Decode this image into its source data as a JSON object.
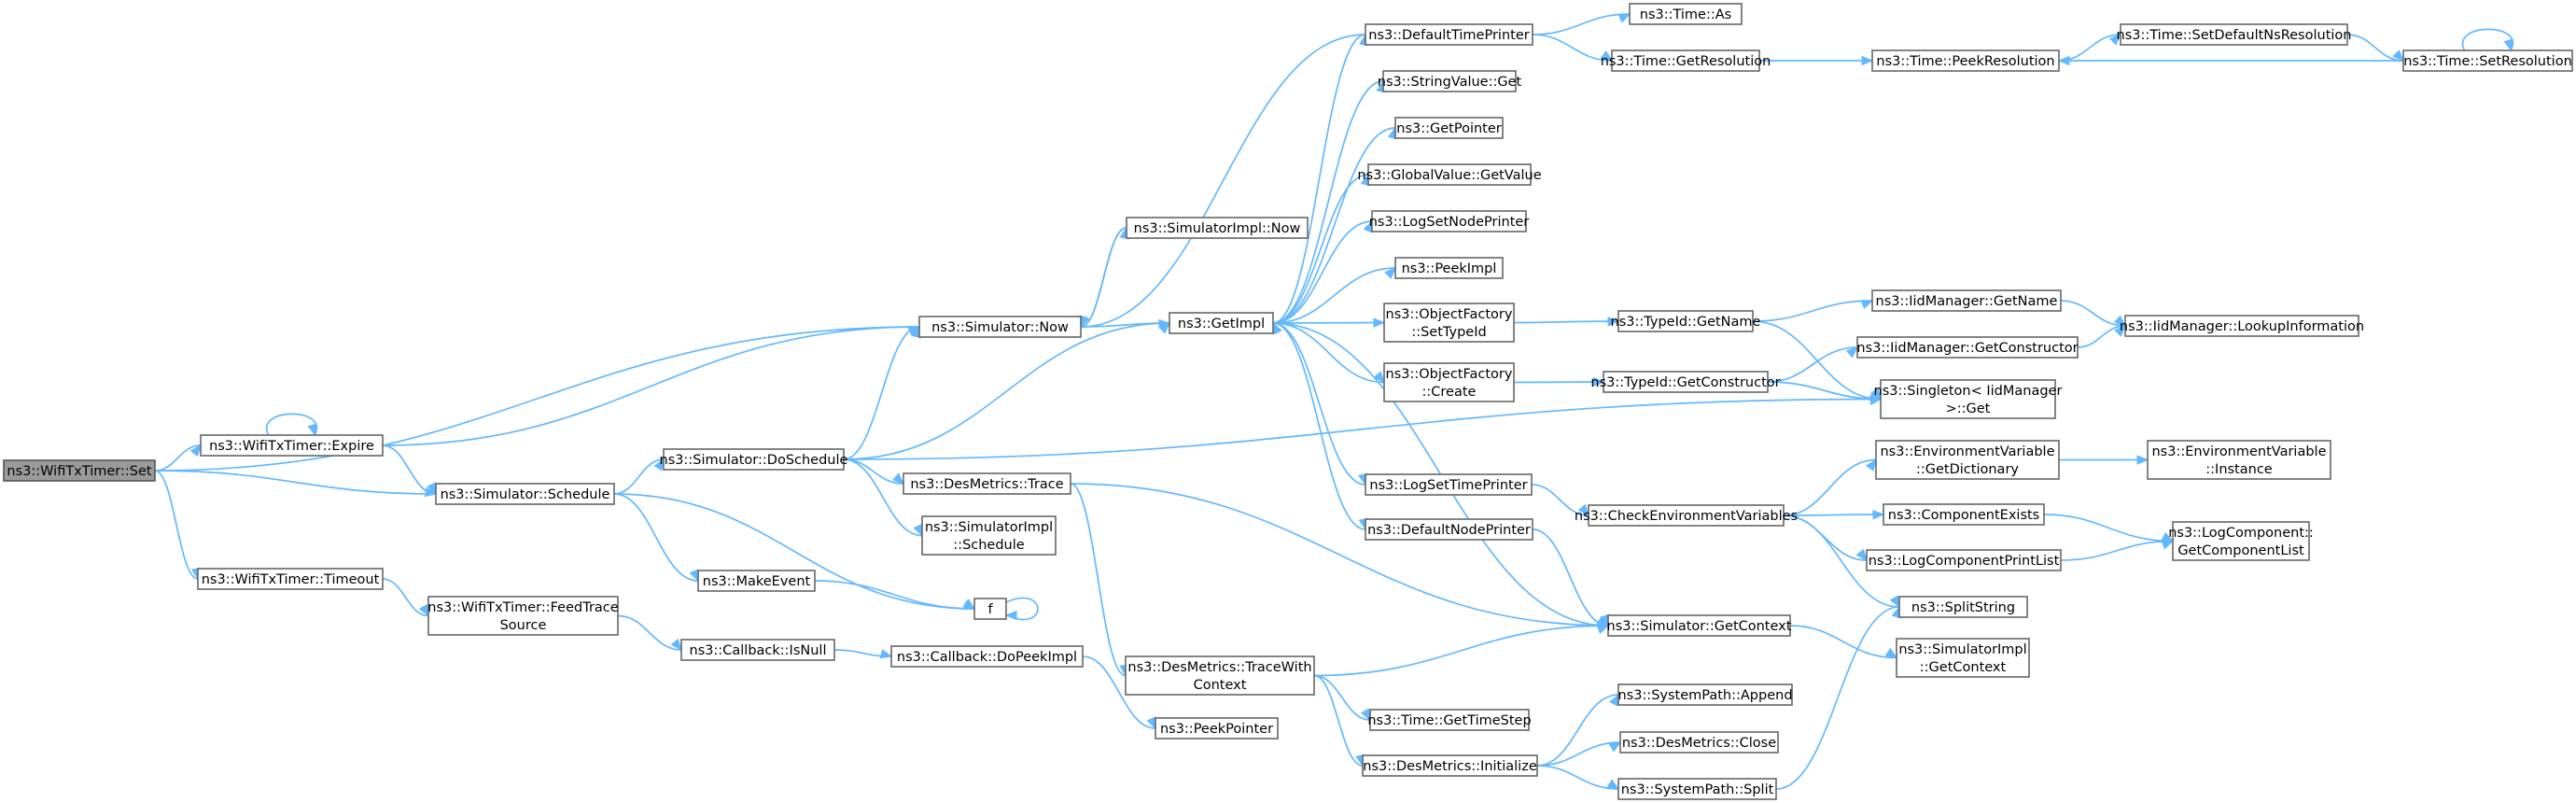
{
  "title": "",
  "nodes": [
    {
      "id": "wifitxtimer_set",
      "lines": [
        "ns3::WifiTxTimer::Set"
      ],
      "root": true
    },
    {
      "id": "expire",
      "lines": [
        "ns3::WifiTxTimer::Expire"
      ]
    },
    {
      "id": "timeout",
      "lines": [
        "ns3::WifiTxTimer::Timeout"
      ]
    },
    {
      "id": "feedtrace",
      "lines": [
        "ns3::WifiTxTimer::FeedTrace",
        "Source"
      ]
    },
    {
      "id": "sim_now",
      "lines": [
        "ns3::Simulator::Now"
      ]
    },
    {
      "id": "sim_schedule",
      "lines": [
        "ns3::Simulator::Schedule"
      ]
    },
    {
      "id": "simimpl_now",
      "lines": [
        "ns3::SimulatorImpl::Now"
      ]
    },
    {
      "id": "doschedule",
      "lines": [
        "ns3::Simulator::DoSchedule"
      ]
    },
    {
      "id": "makeevent",
      "lines": [
        "ns3::MakeEvent"
      ]
    },
    {
      "id": "f",
      "lines": [
        "f"
      ]
    },
    {
      "id": "cb_isnull",
      "lines": [
        "ns3::Callback::IsNull"
      ]
    },
    {
      "id": "cb_dopeek",
      "lines": [
        "ns3::Callback::DoPeekImpl"
      ]
    },
    {
      "id": "peekpointer",
      "lines": [
        "ns3::PeekPointer"
      ]
    },
    {
      "id": "getimpl",
      "lines": [
        "ns3::GetImpl"
      ]
    },
    {
      "id": "desmetrics_trace",
      "lines": [
        "ns3::DesMetrics::Trace"
      ]
    },
    {
      "id": "simimpl_schedule",
      "lines": [
        "ns3::SimulatorImpl",
        "::Schedule"
      ]
    },
    {
      "id": "desmetrics_tracewith",
      "lines": [
        "ns3::DesMetrics::TraceWith",
        "Context"
      ]
    },
    {
      "id": "defaulttimeprinter",
      "lines": [
        "ns3::DefaultTimePrinter"
      ]
    },
    {
      "id": "stringvalue_get",
      "lines": [
        "ns3::StringValue::Get"
      ]
    },
    {
      "id": "getpointer",
      "lines": [
        "ns3::GetPointer"
      ]
    },
    {
      "id": "globalvalue_getvalue",
      "lines": [
        "ns3::GlobalValue::GetValue"
      ]
    },
    {
      "id": "logsetnodeprinter",
      "lines": [
        "ns3::LogSetNodePrinter"
      ]
    },
    {
      "id": "peekimpl",
      "lines": [
        "ns3::PeekImpl"
      ]
    },
    {
      "id": "objectfactory_settypeid",
      "lines": [
        "ns3::ObjectFactory",
        "::SetTypeId"
      ]
    },
    {
      "id": "objectfactory_create",
      "lines": [
        "ns3::ObjectFactory",
        "::Create"
      ]
    },
    {
      "id": "logsettimeprinter",
      "lines": [
        "ns3::LogSetTimePrinter"
      ]
    },
    {
      "id": "defaultnodeprinter",
      "lines": [
        "ns3::DefaultNodePrinter"
      ]
    },
    {
      "id": "time_getstep",
      "lines": [
        "ns3::Time::GetTimeStep"
      ]
    },
    {
      "id": "desmetrics_initialize",
      "lines": [
        "ns3::DesMetrics::Initialize"
      ]
    },
    {
      "id": "time_as",
      "lines": [
        "ns3::Time::As"
      ]
    },
    {
      "id": "time_getresolution",
      "lines": [
        "ns3::Time::GetResolution"
      ]
    },
    {
      "id": "typeid_getname",
      "lines": [
        "ns3::TypeId::GetName"
      ]
    },
    {
      "id": "typeid_getconstructor",
      "lines": [
        "ns3::TypeId::GetConstructor"
      ]
    },
    {
      "id": "checkenv",
      "lines": [
        "ns3::CheckEnvironmentVariables"
      ]
    },
    {
      "id": "sim_getcontext",
      "lines": [
        "ns3::Simulator::GetContext"
      ]
    },
    {
      "id": "systempath_append",
      "lines": [
        "ns3::SystemPath::Append"
      ]
    },
    {
      "id": "desmetrics_close",
      "lines": [
        "ns3::DesMetrics::Close"
      ]
    },
    {
      "id": "systempath_split",
      "lines": [
        "ns3::SystemPath::Split"
      ]
    },
    {
      "id": "time_peekresolution",
      "lines": [
        "ns3::Time::PeekResolution"
      ]
    },
    {
      "id": "iid_getname",
      "lines": [
        "ns3::IidManager::GetName"
      ]
    },
    {
      "id": "iid_getconstructor",
      "lines": [
        "ns3::IidManager::GetConstructor"
      ]
    },
    {
      "id": "singleton_get",
      "lines": [
        "ns3::Singleton< IidManager",
        ">::Get"
      ]
    },
    {
      "id": "envvar_getdict",
      "lines": [
        "ns3::EnvironmentVariable",
        "::GetDictionary"
      ]
    },
    {
      "id": "componentexists",
      "lines": [
        "ns3::ComponentExists"
      ]
    },
    {
      "id": "logcomponentprintlist",
      "lines": [
        "ns3::LogComponentPrintList"
      ]
    },
    {
      "id": "splitstring",
      "lines": [
        "ns3::SplitString"
      ]
    },
    {
      "id": "simimpl_getcontext",
      "lines": [
        "ns3::SimulatorImpl",
        "::GetContext"
      ]
    },
    {
      "id": "time_setdefaultns",
      "lines": [
        "ns3::Time::SetDefaultNsResolution"
      ]
    },
    {
      "id": "time_setresolution",
      "lines": [
        "ns3::Time::SetResolution"
      ]
    },
    {
      "id": "iid_lookupinfo",
      "lines": [
        "ns3::IidManager::LookupInformation"
      ]
    },
    {
      "id": "envvar_instance",
      "lines": [
        "ns3::EnvironmentVariable",
        "::Instance"
      ]
    },
    {
      "id": "logcomponent_getlist",
      "lines": [
        "ns3::LogComponent::",
        "GetComponentList"
      ]
    }
  ],
  "edges": [
    [
      "wifitxtimer_set",
      "sim_now"
    ],
    [
      "wifitxtimer_set",
      "expire"
    ],
    [
      "wifitxtimer_set",
      "sim_schedule"
    ],
    [
      "wifitxtimer_set",
      "timeout"
    ],
    [
      "expire",
      "expire"
    ],
    [
      "expire",
      "sim_now"
    ],
    [
      "expire",
      "sim_schedule"
    ],
    [
      "timeout",
      "feedtrace"
    ],
    [
      "feedtrace",
      "cb_isnull"
    ],
    [
      "cb_isnull",
      "cb_dopeek"
    ],
    [
      "cb_dopeek",
      "peekpointer"
    ],
    [
      "sim_now",
      "simimpl_now"
    ],
    [
      "sim_now",
      "getimpl"
    ],
    [
      "simimpl_now",
      "sim_now"
    ],
    [
      "sim_schedule",
      "doschedule"
    ],
    [
      "sim_schedule",
      "makeevent"
    ],
    [
      "sim_schedule",
      "f"
    ],
    [
      "makeevent",
      "f"
    ],
    [
      "f",
      "f"
    ],
    [
      "doschedule",
      "sim_now"
    ],
    [
      "doschedule",
      "getimpl"
    ],
    [
      "doschedule",
      "desmetrics_trace"
    ],
    [
      "doschedule",
      "simimpl_schedule"
    ],
    [
      "doschedule",
      "singleton_get"
    ],
    [
      "desmetrics_trace",
      "desmetrics_tracewith"
    ],
    [
      "desmetrics_trace",
      "sim_getcontext"
    ],
    [
      "desmetrics_tracewith",
      "sim_getcontext"
    ],
    [
      "desmetrics_tracewith",
      "time_getstep"
    ],
    [
      "desmetrics_tracewith",
      "desmetrics_initialize"
    ],
    [
      "desmetrics_initialize",
      "systempath_append"
    ],
    [
      "desmetrics_initialize",
      "desmetrics_close"
    ],
    [
      "desmetrics_initialize",
      "systempath_split"
    ],
    [
      "systempath_split",
      "splitstring"
    ],
    [
      "getimpl",
      "defaulttimeprinter"
    ],
    [
      "getimpl",
      "stringvalue_get"
    ],
    [
      "getimpl",
      "getpointer"
    ],
    [
      "getimpl",
      "globalvalue_getvalue"
    ],
    [
      "getimpl",
      "logsetnodeprinter"
    ],
    [
      "getimpl",
      "peekimpl"
    ],
    [
      "getimpl",
      "objectfactory_settypeid"
    ],
    [
      "getimpl",
      "objectfactory_create"
    ],
    [
      "getimpl",
      "logsettimeprinter"
    ],
    [
      "getimpl",
      "defaultnodeprinter"
    ],
    [
      "defaulttimeprinter",
      "sim_now"
    ],
    [
      "defaulttimeprinter",
      "time_as"
    ],
    [
      "defaulttimeprinter",
      "time_getresolution"
    ],
    [
      "time_getresolution",
      "time_peekresolution"
    ],
    [
      "time_peekresolution",
      "time_setdefaultns"
    ],
    [
      "time_setdefaultns",
      "time_setresolution"
    ],
    [
      "time_setresolution",
      "time_peekresolution"
    ],
    [
      "time_setresolution",
      "time_setresolution"
    ],
    [
      "objectfactory_settypeid",
      "typeid_getname"
    ],
    [
      "typeid_getname",
      "iid_getname"
    ],
    [
      "typeid_getname",
      "singleton_get"
    ],
    [
      "iid_getname",
      "iid_lookupinfo"
    ],
    [
      "objectfactory_create",
      "typeid_getconstructor"
    ],
    [
      "typeid_getconstructor",
      "iid_getconstructor"
    ],
    [
      "typeid_getconstructor",
      "singleton_get"
    ],
    [
      "iid_getconstructor",
      "iid_lookupinfo"
    ],
    [
      "logsettimeprinter",
      "checkenv"
    ],
    [
      "defaultnodeprinter",
      "sim_getcontext"
    ],
    [
      "sim_getcontext",
      "getimpl"
    ],
    [
      "sim_getcontext",
      "simimpl_getcontext"
    ],
    [
      "checkenv",
      "envvar_getdict"
    ],
    [
      "checkenv",
      "componentexists"
    ],
    [
      "checkenv",
      "logcomponentprintlist"
    ],
    [
      "checkenv",
      "splitstring"
    ],
    [
      "envvar_getdict",
      "envvar_instance"
    ],
    [
      "componentexists",
      "logcomponent_getlist"
    ],
    [
      "logcomponentprintlist",
      "logcomponent_getlist"
    ]
  ],
  "colors": {
    "edge": "#63b8ff",
    "root_fill": "#9a9a9a",
    "node_border": "#666666"
  }
}
